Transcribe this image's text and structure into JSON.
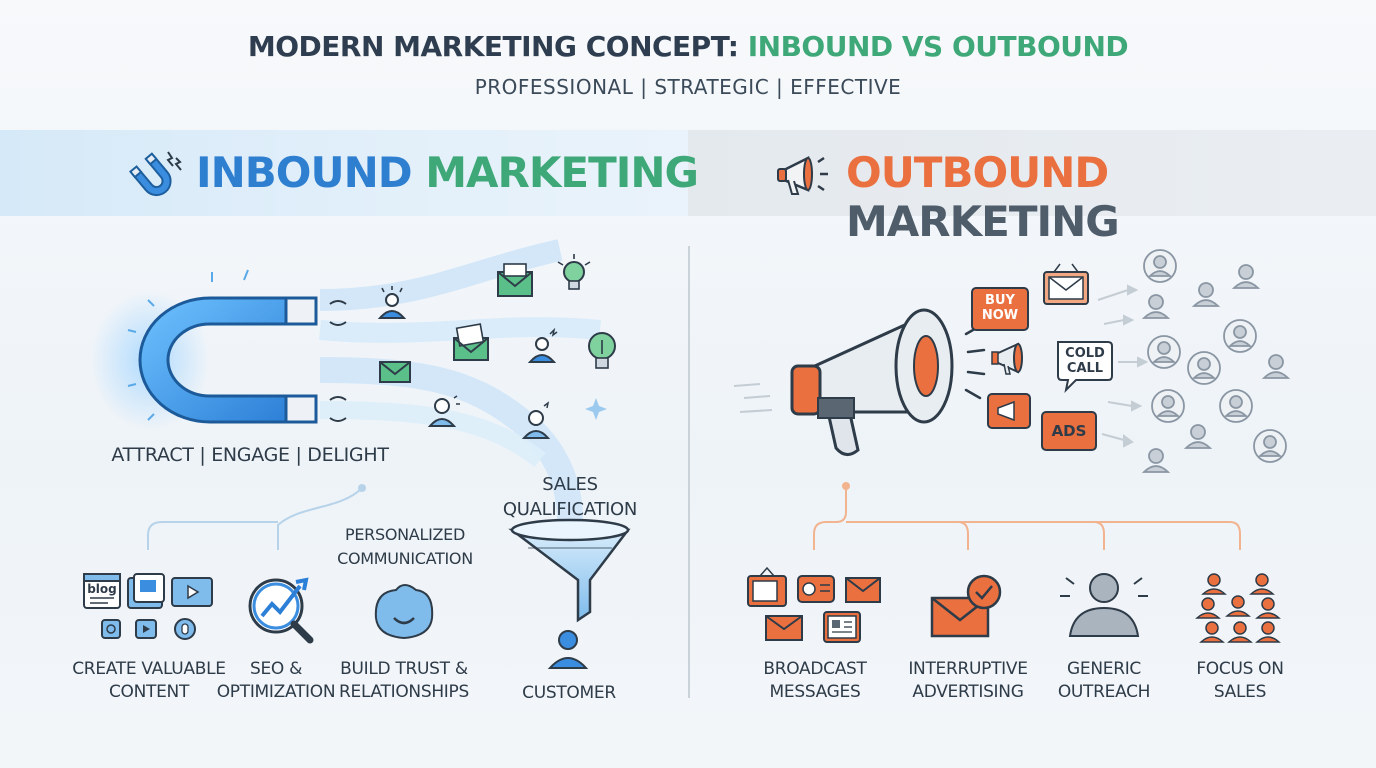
{
  "header": {
    "title_part1": "MODERN MARKETING CONCEPT: ",
    "title_part2": "INBOUND VS OUTBOUND",
    "subtitle": "PROFESSIONAL | STRATEGIC | EFFECTIVE"
  },
  "inbound": {
    "title_word1": "INBOUND",
    "title_word2": "MARKETING",
    "stages": "ATTRACT | ENGAGE | DELIGHT",
    "sales_qualification": "SALES\nQUALIFICATION",
    "personalized": "PERSONALIZED\nCOMMUNICATION",
    "customer": "CUSTOMER",
    "features": [
      {
        "label": "CREATE VALUABLE\nCONTENT",
        "icon": "content-icons"
      },
      {
        "label": "SEO &\nOPTIMIZATION",
        "icon": "seo-magnifier-icon"
      },
      {
        "label": "BUILD TRUST &\nRELATIONSHIPS",
        "icon": "trust-smile-icon"
      }
    ],
    "blog_text": "blog",
    "colors": {
      "blue": "#2f7fd1",
      "green": "#3fa878"
    }
  },
  "outbound": {
    "title_word1": "OUTBOUND",
    "title_word2": "MARKETING",
    "tags": {
      "buy_now": "BUY\nNOW",
      "cold_call": "COLD\nCALL",
      "ads": "ADS"
    },
    "features": [
      {
        "label": "BROADCAST\nMESSAGES",
        "icon": "broadcast-icons"
      },
      {
        "label": "INTERRUPTIVE\nADVERTISING",
        "icon": "envelope-check-icon"
      },
      {
        "label": "GENERIC\nOUTREACH",
        "icon": "person-broadcast-icon"
      },
      {
        "label": "FOCUS ON\nSALES",
        "icon": "group-people-icon"
      }
    ],
    "colors": {
      "orange": "#ea7040",
      "gray": "#4f5d6b"
    }
  }
}
